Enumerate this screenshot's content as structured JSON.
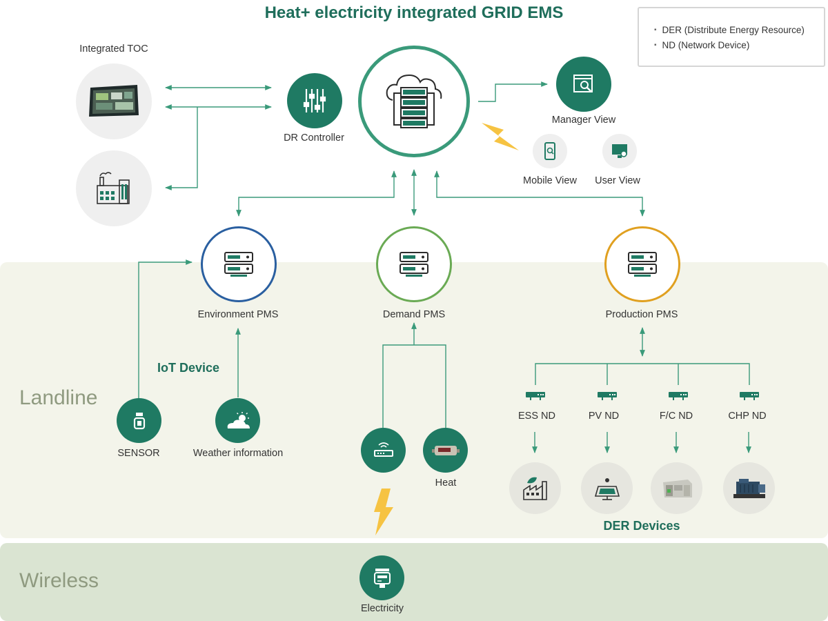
{
  "title": "Heat+ electricity integrated GRID EMS",
  "legend": [
    "DER (Distribute Energy Resource)",
    "ND (Network Device)"
  ],
  "zones": {
    "landline": "Landline",
    "wireless": "Wireless"
  },
  "top": {
    "integrated_toc": "Integrated TOC",
    "dr_controller": "DR Controller",
    "manager_view": "Manager View",
    "mobile_view": "Mobile View",
    "user_view": "User View"
  },
  "pms": {
    "environment": "Environment PMS",
    "demand": "Demand PMS",
    "production": "Production PMS"
  },
  "iot_device": "IoT Device",
  "sensor": "SENSOR",
  "weather": "Weather information",
  "heat": "Heat",
  "electricity": "Electricity",
  "nd": [
    "ESS ND",
    "PV ND",
    "F/C ND",
    "CHP ND"
  ],
  "der_devices": "DER Devices",
  "colors": {
    "brand_green": "#1f7a63",
    "line_green": "#3a9a7a",
    "bolt": "#f6c342",
    "environment_ring": "#2a5fa0",
    "demand_ring": "#6aaa54",
    "production_ring": "#e0a020"
  }
}
